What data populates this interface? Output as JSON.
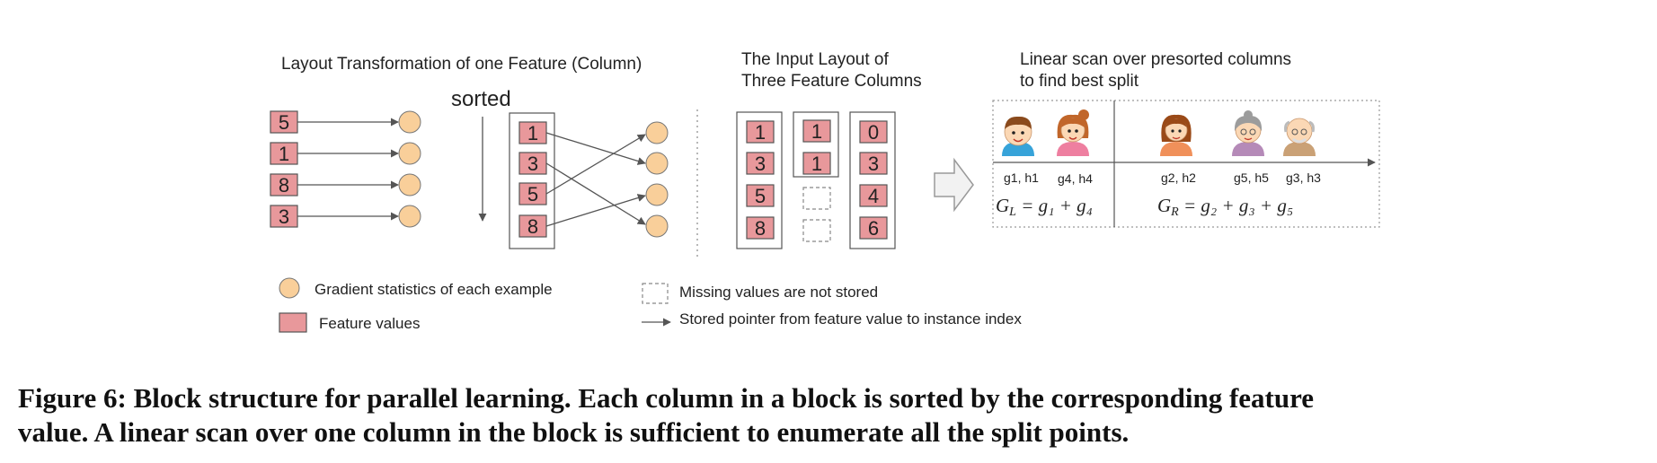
{
  "sections": {
    "layout_title": "Layout Transformation of one Feature (Column)",
    "sorted_label": "sorted",
    "input_title_1": "The Input Layout of",
    "input_title_2": "Three Feature Columns",
    "scan_title_1": "Linear scan over presorted columns",
    "scan_title_2": "to find best split"
  },
  "unsorted_values": [
    "5",
    "1",
    "8",
    "3"
  ],
  "sorted_values": [
    "1",
    "3",
    "5",
    "8"
  ],
  "columns": [
    [
      "1",
      "3",
      "5",
      "8"
    ],
    [
      "1",
      "1",
      "",
      ""
    ],
    [
      "0",
      "3",
      "4",
      "6"
    ]
  ],
  "scan": {
    "left_labels": [
      "g1, h1",
      "g4, h4"
    ],
    "right_labels": [
      "g2, h2",
      "g5, h5",
      "g3, h3"
    ],
    "left_formula": {
      "G": "G",
      "sub": "L",
      "rest": " = g₁ + g₄"
    },
    "right_formula": {
      "G": "G",
      "sub": "R",
      "rest": " = g₂ + g₃ + g₅"
    }
  },
  "legend": {
    "gradient": "Gradient statistics of each example",
    "feature": "Feature values",
    "missing": "Missing values are not stored",
    "pointer": "Stored pointer from feature value to instance index"
  },
  "caption": {
    "line1": "Figure 6: Block structure for parallel learning. Each column in a block is sorted by the corresponding feature",
    "line2": "value. A linear scan over one column in the block is sufficient to enumerate all the split points."
  },
  "colors": {
    "feature_fill": "#e8989b",
    "gradient_fill": "#f9cf9a",
    "line": "#555555"
  }
}
